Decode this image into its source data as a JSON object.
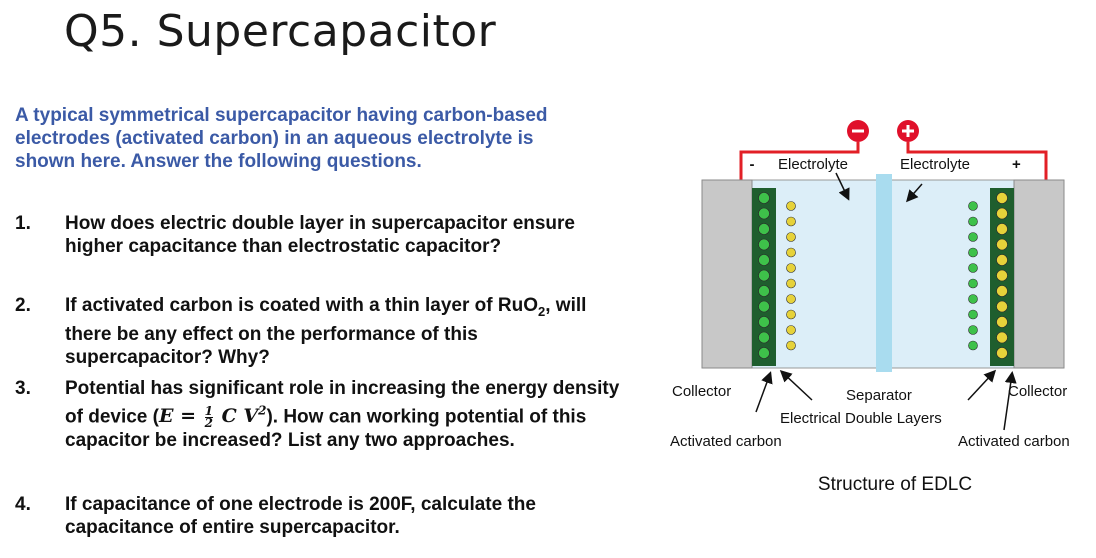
{
  "title": "Q5. Supercapacitor",
  "intro": "A typical symmetrical supercapacitor having carbon-based electrodes (activated carbon) in an aqueous electrolyte is shown here. Answer the following questions.",
  "questions": [
    {
      "num": "1.",
      "text": "How does electric double layer in supercapacitor ensure higher capacitance than electrostatic capacitor?"
    },
    {
      "num": "2.",
      "pre": "If activated carbon is coated with a thin layer of RuO",
      "sub": "2",
      "post": ", will there be any effect on the performance of this supercapacitor? Why?"
    },
    {
      "num": "3.",
      "pre": "Potential has significant role in increasing the energy density of device (",
      "formula_lhs": "E = ",
      "frac_num": "1",
      "frac_den": "2",
      "formula_rhs": " C V",
      "sup": "2",
      "post": "). How can working potential of this capacitor be increased? List any two approaches."
    },
    {
      "num": "4.",
      "text": "If capacitance of one electrode is 200F, calculate the capacitance of entire supercapacitor."
    }
  ],
  "diagram": {
    "labels": {
      "electrolyte_left": "Electrolyte",
      "electrolyte_right": "Electrolyte",
      "minus": "-",
      "plus": "+",
      "collector_left": "Collector",
      "collector_right": "Collector",
      "separator": "Separator",
      "edl": "Electrical Double Layers",
      "activated_carbon_left": "Activated carbon",
      "activated_carbon_right": "Activated carbon"
    },
    "colors": {
      "wire": "#e21f26",
      "collector": "#c8c8c8",
      "electrode": "#1f5e2e",
      "green_ion": "#3ec14a",
      "yellow_ion": "#e6d23a",
      "separator": "#a9dcef",
      "terminal": "#e0102a"
    }
  },
  "caption": "Structure of EDLC"
}
